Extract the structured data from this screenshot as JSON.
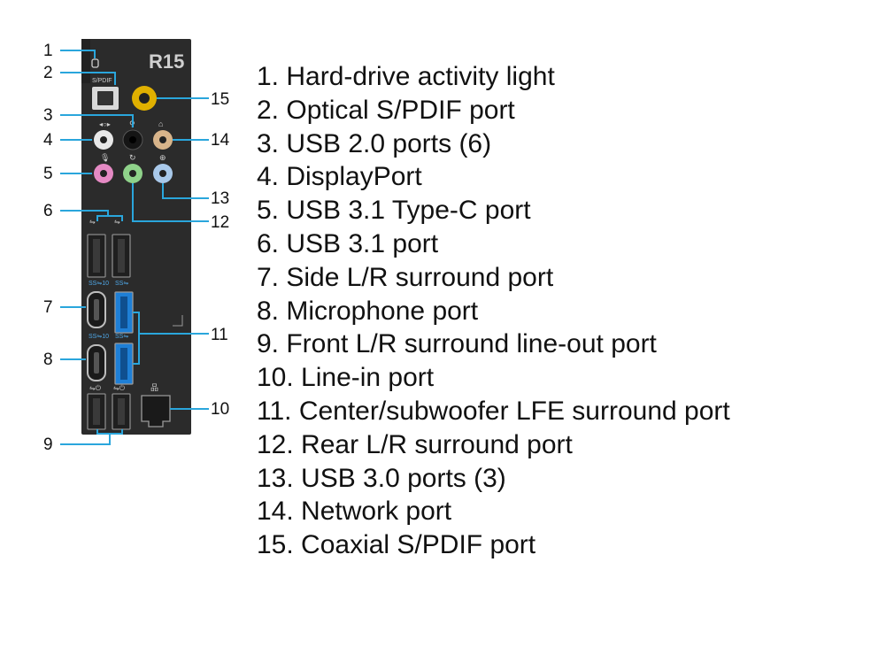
{
  "panel": {
    "model_label": "R15",
    "spdif_label": "S/PDIF"
  },
  "callouts": [
    "1",
    "2",
    "3",
    "4",
    "5",
    "6",
    "7",
    "8",
    "9",
    "10",
    "11",
    "12",
    "13",
    "14",
    "15"
  ],
  "legend": [
    "1. Hard-drive activity light",
    "2. Optical S/PDIF port",
    "3. USB 2.0 ports (6)",
    "4. DisplayPort",
    "5. USB 3.1 Type-C port",
    "6. USB 3.1 port",
    "7. Side L/R surround port",
    "8. Microphone port",
    "9. Front L/R surround line-out port",
    "10. Line-in port",
    "11. Center/subwoofer LFE surround port",
    "12. Rear L/R surround port",
    "13. USB 3.0 ports (3)",
    "14. Network port",
    "15. Coaxial S/PDIF port"
  ],
  "colors": {
    "panel": "#2b2b2b",
    "leader_line": "#2aa6dc",
    "coaxial": "#e0b000",
    "audio_white": "#e8e8e8",
    "audio_black": "#151515",
    "audio_tan": "#d8b48a",
    "audio_pink": "#e58ac4",
    "audio_green": "#8fd28a",
    "audio_blue": "#a9c9ea",
    "usb3_blue": "#1e7fd6"
  }
}
